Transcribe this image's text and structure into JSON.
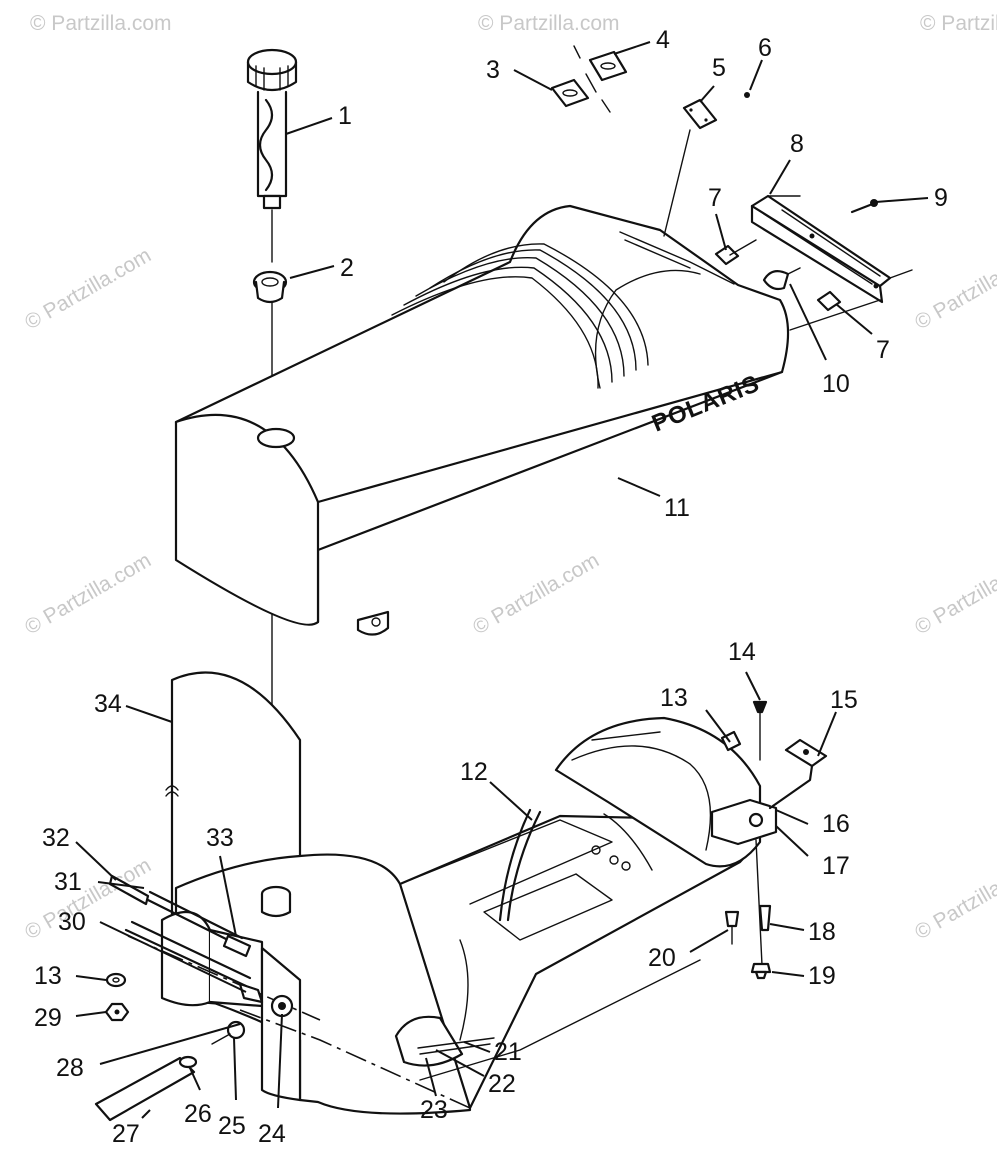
{
  "brand_text": "POLARIS",
  "watermark": "© Partzilla.com",
  "callouts": {
    "c1": "1",
    "c2": "2",
    "c3": "3",
    "c4": "4",
    "c5": "5",
    "c6": "6",
    "c7a": "7",
    "c7b": "7",
    "c8": "8",
    "c9": "9",
    "c10": "10",
    "c11": "11",
    "c12": "12",
    "c13a": "13",
    "c13b": "13",
    "c14": "14",
    "c15": "15",
    "c16": "16",
    "c17": "17",
    "c18": "18",
    "c19": "19",
    "c20": "20",
    "c21": "21",
    "c22": "22",
    "c23": "23",
    "c24": "24",
    "c25": "25",
    "c26": "26",
    "c27": "27",
    "c28": "28",
    "c29": "29",
    "c30": "30",
    "c31": "31",
    "c32": "32",
    "c33": "33",
    "c34": "34"
  },
  "colors": {
    "line": "#111111",
    "watermark": "#c8c8c8",
    "background": "#ffffff"
  }
}
